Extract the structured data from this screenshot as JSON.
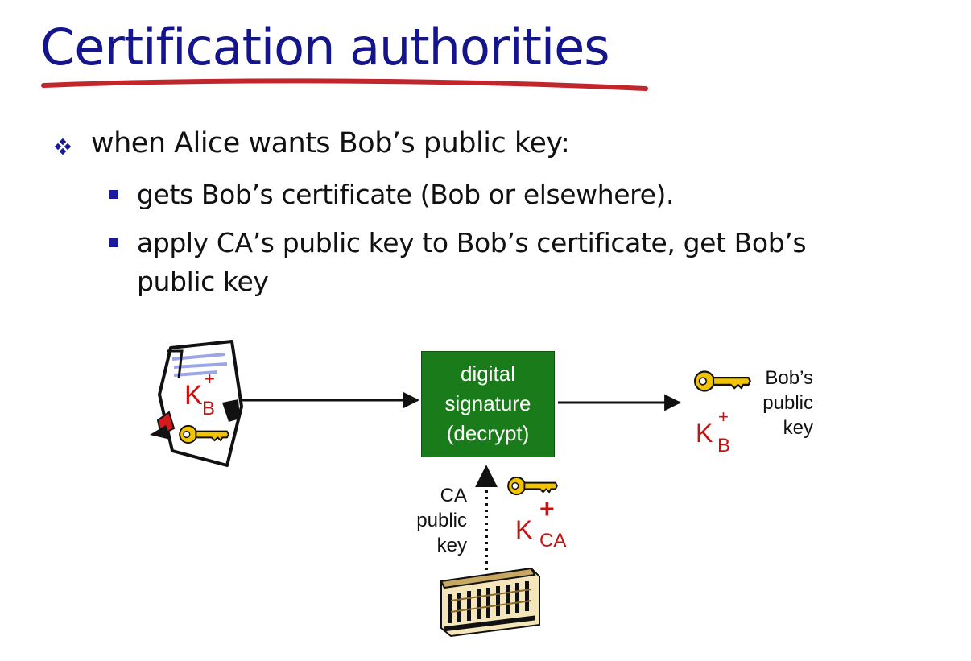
{
  "slide": {
    "title": "Certification authorities",
    "bullet": "when Alice wants Bob’s public key:",
    "sub_bullets": [
      "gets Bob’s certificate (Bob or elsewhere).",
      "apply CA’s public key to Bob’s certificate, get Bob’s public key"
    ]
  },
  "diagram": {
    "process_box": [
      "digital",
      "signature",
      "(decrypt)"
    ],
    "cert_key": {
      "base": "K",
      "sub": "B",
      "sup": "+"
    },
    "output_label": [
      "Bob’s",
      "public",
      "key"
    ],
    "output_key": {
      "base": "K",
      "sub": "B",
      "sup": "+"
    },
    "ca_label": [
      "CA",
      "public",
      "key"
    ],
    "ca_key": {
      "base": "K",
      "sub": "CA",
      "sup": "+"
    }
  },
  "colors": {
    "title": "#14148c",
    "title_underline": "#c0262c",
    "process_box": "#197b19",
    "key_symbol": "#cc1010",
    "key_icon": "#f2c400"
  },
  "icons": [
    "certificate-icon",
    "key-icon",
    "ca-building-icon"
  ]
}
